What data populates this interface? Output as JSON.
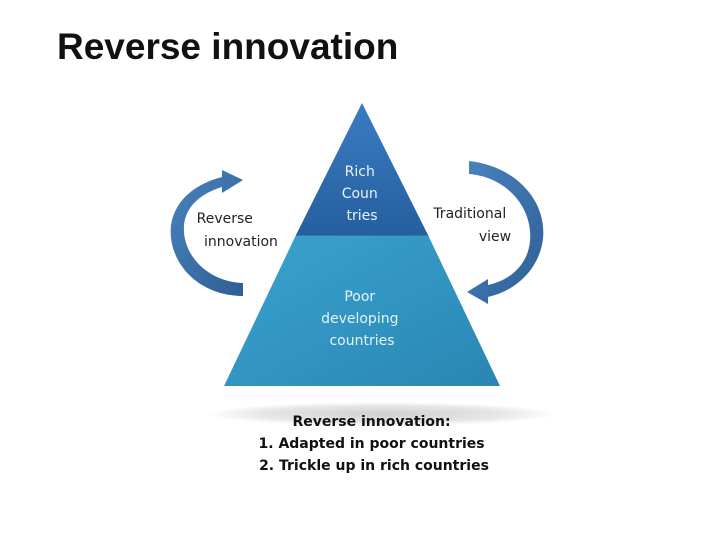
{
  "title": "Reverse innovation",
  "pyramid": {
    "top_label": [
      "Rich",
      "Coun",
      "tries"
    ],
    "bottom_label": [
      "Poor",
      "developing",
      "countries"
    ]
  },
  "arrows": {
    "left_label": [
      "Reverse",
      "innovation"
    ],
    "right_label": [
      "Traditional",
      "view"
    ]
  },
  "caption": {
    "heading": "Reverse innovation:",
    "items": [
      "1. Adapted in poor countries",
      "2. Trickle up in rich countries"
    ]
  },
  "colors": {
    "top_tier": "#2e6db0",
    "bottom_tier": "#2b93c0",
    "arrow": "#3a6ea6"
  }
}
